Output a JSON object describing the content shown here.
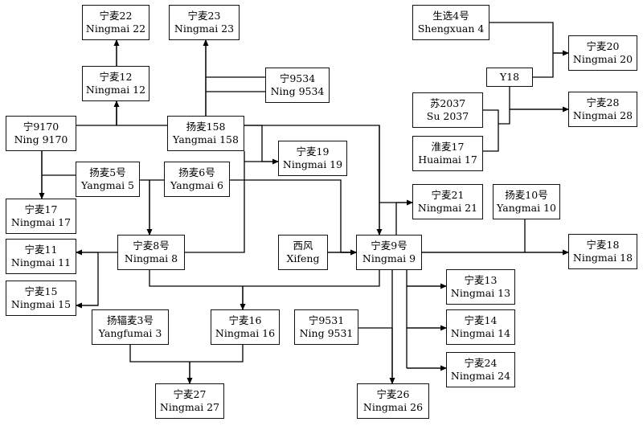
{
  "nodes": {
    "ningmai22": {
      "zh": "宁麦22",
      "en": "Ningmai 22"
    },
    "ningmai23": {
      "zh": "宁麦23",
      "en": "Ningmai 23"
    },
    "shengxuan4": {
      "zh": "生选4号",
      "en": "Shengxuan 4"
    },
    "ningmai20": {
      "zh": "宁麦20",
      "en": "Ningmai 20"
    },
    "y18": {
      "zh": "Y18",
      "en": ""
    },
    "ningmai12": {
      "zh": "宁麦12",
      "en": "Ningmai 12"
    },
    "ning9534": {
      "zh": "宁9534",
      "en": "Ning 9534"
    },
    "su2037": {
      "zh": "苏2037",
      "en": "Su 2037"
    },
    "ningmai28": {
      "zh": "宁麦28",
      "en": "Ningmai 28"
    },
    "ning9170": {
      "zh": "宁9170",
      "en": "Ning 9170"
    },
    "yangmai158": {
      "zh": "扬麦158",
      "en": "Yangmai 158"
    },
    "ningmai19": {
      "zh": "宁麦19",
      "en": "Ningmai 19"
    },
    "huaimai17": {
      "zh": "淮麦17",
      "en": "Huaimai 17"
    },
    "yangmai5": {
      "zh": "扬麦5号",
      "en": "Yangmai 5"
    },
    "yangmai6": {
      "zh": "扬麦6号",
      "en": "Yangmai 6"
    },
    "ningmai21": {
      "zh": "宁麦21",
      "en": "Ningmai 21"
    },
    "yangmai10": {
      "zh": "扬麦10号",
      "en": "Yangmai 10"
    },
    "ningmai17": {
      "zh": "宁麦17",
      "en": "Ningmai 17"
    },
    "ningmai11": {
      "zh": "宁麦11",
      "en": "Ningmai 11"
    },
    "ningmai8": {
      "zh": "宁麦8号",
      "en": "Ningmai 8"
    },
    "xifeng": {
      "zh": "西风",
      "en": "Xifeng"
    },
    "ningmai9": {
      "zh": "宁麦9号",
      "en": "Ningmai 9"
    },
    "ningmai18": {
      "zh": "宁麦18",
      "en": "Ningmai 18"
    },
    "ningmai15": {
      "zh": "宁麦15",
      "en": "Ningmai 15"
    },
    "ningmai13": {
      "zh": "宁麦13",
      "en": "Ningmai 13"
    },
    "yangfumai3": {
      "zh": "扬辐麦3号",
      "en": "Yangfumai 3"
    },
    "ningmai16": {
      "zh": "宁麦16",
      "en": "Ningmai 16"
    },
    "ning9531": {
      "zh": "宁9531",
      "en": "Ning 9531"
    },
    "ningmai14": {
      "zh": "宁麦14",
      "en": "Ningmai 14"
    },
    "ningmai24": {
      "zh": "宁麦24",
      "en": "Ningmai 24"
    },
    "ningmai27": {
      "zh": "宁麦27",
      "en": "Ningmai 27"
    },
    "ningmai26": {
      "zh": "宁麦26",
      "en": "Ningmai 26"
    }
  },
  "relations": [
    {
      "parents": [
        "ning9170"
      ],
      "child": "ningmai12"
    },
    {
      "parents": [
        "ningmai12"
      ],
      "child": "ningmai22"
    },
    {
      "parents": [
        "yangmai158",
        "ning9534"
      ],
      "child": "ningmai23"
    },
    {
      "parents": [
        "shengxuan4",
        "y18"
      ],
      "child": "ningmai20"
    },
    {
      "parents": [
        "su2037",
        "huaimai17"
      ],
      "child": "ningmai28"
    },
    {
      "parents": [
        "yangmai158"
      ],
      "child": "ningmai19"
    },
    {
      "parents": [
        "ning9170",
        "yangmai5"
      ],
      "child": "ningmai17"
    },
    {
      "parents": [
        "yangmai5",
        "yangmai6"
      ],
      "child": "ningmai8"
    },
    {
      "parents": [
        "ningmai8"
      ],
      "child": "ningmai11"
    },
    {
      "parents": [
        "ningmai8"
      ],
      "child": "ningmai15"
    },
    {
      "parents": [
        "yangmai158",
        "yangmai6",
        "xifeng"
      ],
      "child": "ningmai9"
    },
    {
      "parents": [
        "ningmai9"
      ],
      "child": "ningmai21"
    },
    {
      "parents": [
        "ningmai9",
        "yangmai10"
      ],
      "child": "ningmai18"
    },
    {
      "parents": [
        "ningmai8",
        "ningmai9"
      ],
      "child": "ningmai16"
    },
    {
      "parents": [
        "ningmai9"
      ],
      "child": "ningmai13"
    },
    {
      "parents": [
        "ningmai9"
      ],
      "child": "ningmai14"
    },
    {
      "parents": [
        "ningmai9"
      ],
      "child": "ningmai24"
    },
    {
      "parents": [
        "ning9531",
        "ningmai9"
      ],
      "child": "ningmai26"
    },
    {
      "parents": [
        "yangfumai3",
        "ningmai16"
      ],
      "child": "ningmai27"
    }
  ]
}
